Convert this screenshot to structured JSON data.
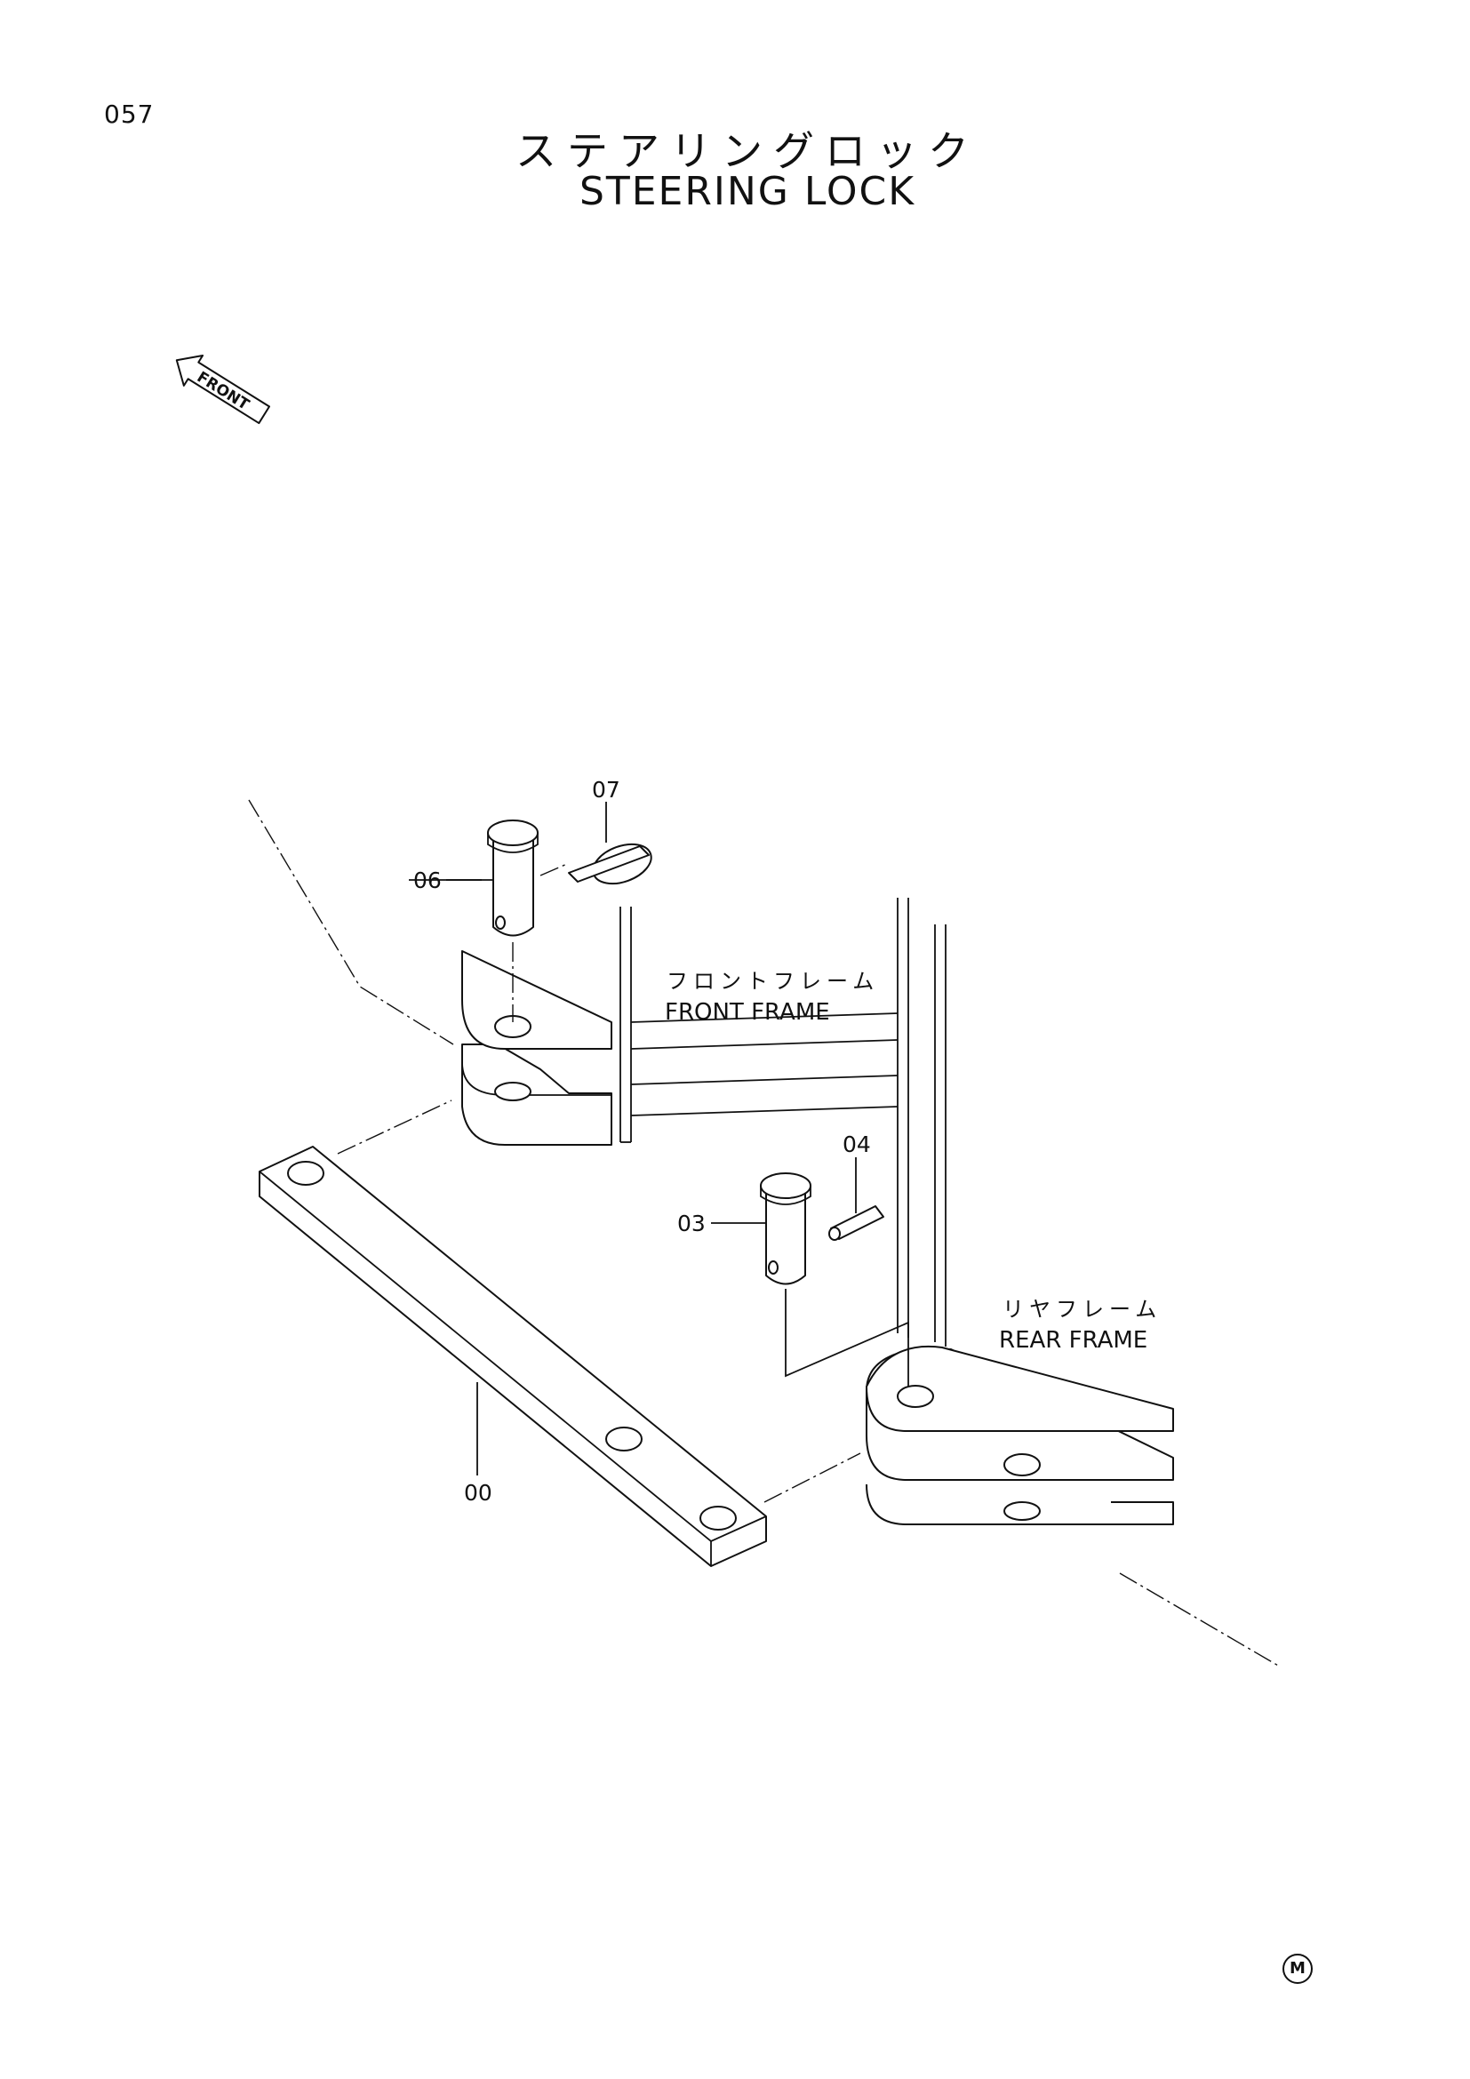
{
  "page_number": "057",
  "title_jp": "ステアリングロック",
  "title_en": "STEERING LOCK",
  "front_arrow_label": "FRONT",
  "frames": {
    "front": {
      "label_jp": "フロントフレーム",
      "label_en": "FRONT FRAME"
    },
    "rear": {
      "label_jp": "リヤフレーム",
      "label_en": "REAR FRAME"
    }
  },
  "callouts": [
    "06",
    "07",
    "04",
    "03",
    "00"
  ],
  "corner_mark": "M"
}
